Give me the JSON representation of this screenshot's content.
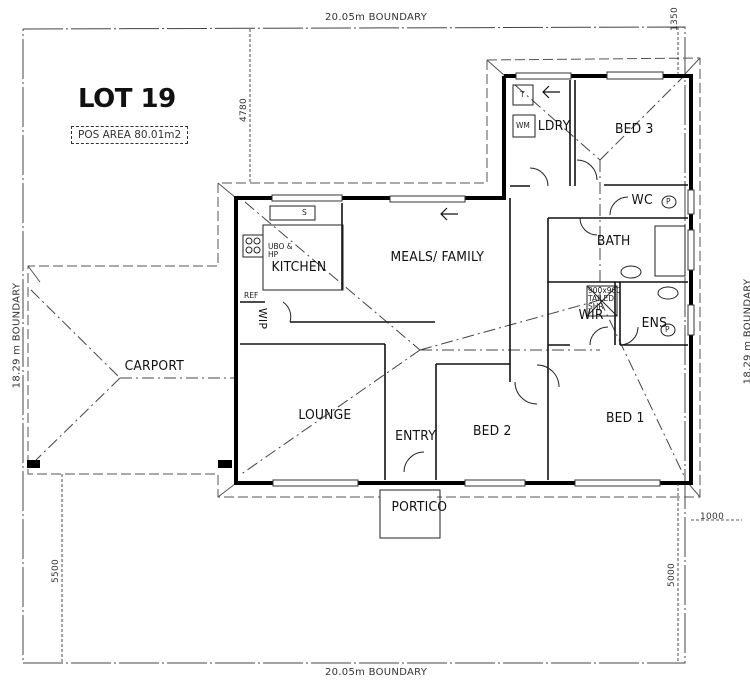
{
  "lot": {
    "title": "LOT 19",
    "pos_area": "POS AREA 80.01m2"
  },
  "boundaries": {
    "top": "20.05m BOUNDARY",
    "bottom": "20.05m BOUNDARY",
    "left": "18.29 m BOUNDARY",
    "right": "18.29 m BOUNDARY"
  },
  "dimensions": {
    "rear_setback_left": "4780",
    "rear_setback_right": "1350",
    "front_setback_left": "5500",
    "front_setback_right": "5000",
    "side_setback": "1000"
  },
  "rooms": {
    "ldry": "LDRY",
    "bed3": "BED 3",
    "wc": "WC",
    "kitchen": "KITCHEN",
    "meals_family": "MEALS/ FAMILY",
    "bath": "BATH",
    "wir": "WIR",
    "ens": "ENS",
    "carport": "CARPORT",
    "lounge": "LOUNGE",
    "entry": "ENTRY",
    "bed2": "BED 2",
    "bed1": "BED 1",
    "portico": "PORTICO",
    "wip": "WIP"
  },
  "fixtures": {
    "uvo_hp": "UBO & HP",
    "ref": "REF",
    "trough": "T",
    "washing_machine": "WM",
    "shower": "900x900 TAILED SHR",
    "toilet": "P",
    "sink": "S"
  }
}
